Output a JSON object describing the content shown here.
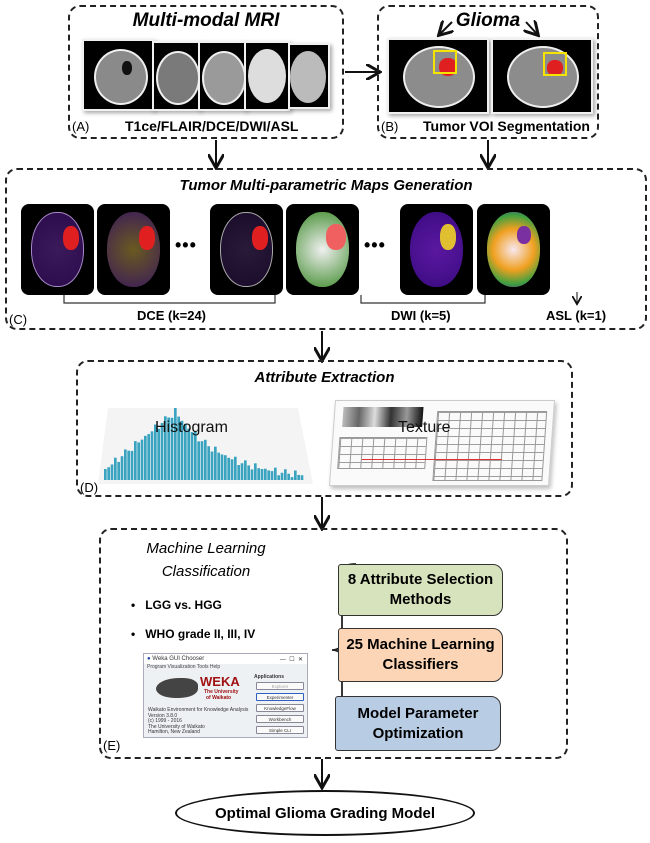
{
  "panelA": {
    "title": "Multi-modal MRI",
    "label": "(A)",
    "caption": "T1ce/FLAIR/DCE/DWI/ASL",
    "images": [
      "T1ce",
      "FLAIR",
      "DCE",
      "DWI",
      "ASL"
    ]
  },
  "panelB": {
    "title": "Glioma",
    "label": "(B)",
    "caption": "Tumor VOI Segmentation"
  },
  "panelC": {
    "title": "Tumor Multi-parametric Maps Generation",
    "label": "(C)",
    "ellipsis": "•••",
    "groups": [
      {
        "caption": "DCE (k=24)"
      },
      {
        "caption": "DWI (k=5)"
      },
      {
        "caption": "ASL (k=1)"
      }
    ]
  },
  "panelD": {
    "title": "Attribute Extraction",
    "label": "(D)",
    "histogram_label": "Histogram",
    "texture_label": "Texture"
  },
  "panelE": {
    "title_line1": "Machine Learning",
    "title_line2": "Classification",
    "label": "(E)",
    "bullets": [
      "LGG vs. HGG",
      "WHO grade II, III, IV"
    ],
    "boxes": [
      {
        "line1": "8 Attribute Selection",
        "line2": "Methods",
        "color": "#d6e3bc"
      },
      {
        "line1": "25 Machine Learning",
        "line2": "Classifiers",
        "color": "#fbd5b5"
      },
      {
        "line1": "Model Parameter",
        "line2": "Optimization",
        "color": "#b8cce4"
      }
    ],
    "weka": {
      "window_title": "Weka GUI Chooser",
      "menu": "Program  Visualization  Tools  Help",
      "logo": "WEKA",
      "university": "The University",
      "of": "of Waikato",
      "info": [
        "Waikato Environment for Knowledge Analysis",
        "Version 3.8.0",
        "(c) 1999 - 2016",
        "The University of Waikato",
        "Hamilton, New Zealand"
      ],
      "applications_label": "Applications",
      "buttons": [
        "Explorer",
        "Experimenter",
        "KnowledgeFlow",
        "Workbench",
        "Simple CLI"
      ]
    }
  },
  "output": {
    "label": "Optimal Glioma Grading Model"
  },
  "colors": {
    "border": "#222222",
    "tumor": "#e02020",
    "roi": "#f5e400",
    "histogram": "#3aa3c0"
  }
}
